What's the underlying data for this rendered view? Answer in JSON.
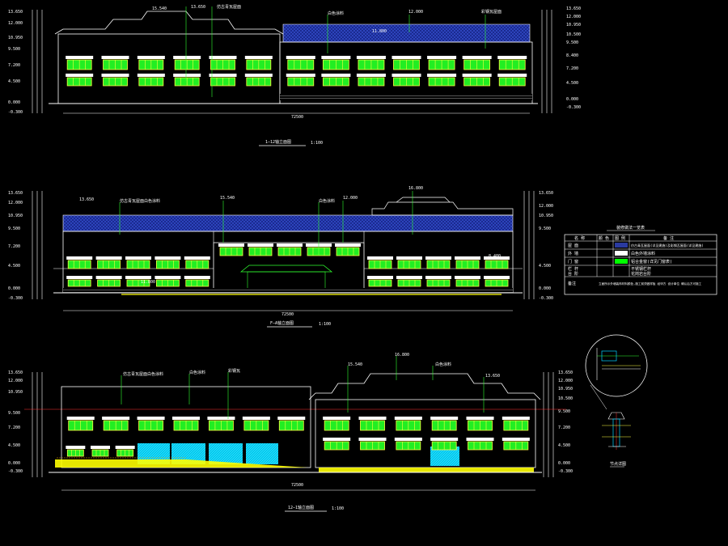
{
  "drawing": {
    "elevation_1": {
      "title": "1—12轴立面图",
      "scale": "1:100",
      "total_dim": "72500",
      "levels_left": [
        "13.650",
        "12.000",
        "10.950",
        "9.500",
        "7.200",
        "4.500",
        "0.000",
        "-0.300"
      ],
      "levels_right": [
        "13.650",
        "12.000",
        "10.950",
        "10.500",
        "9.500",
        "8.400",
        "7.200",
        "4.500",
        "0.000",
        "-0.300"
      ],
      "callouts": [
        "15.540",
        "13.650",
        "仿古青瓦屋面",
        "白色涂料",
        "11.800",
        "12.000",
        "彩钢瓦屋面"
      ]
    },
    "elevation_2": {
      "title": "F—A轴立面图",
      "scale": "1:100",
      "total_dim": "72500",
      "levels_left": [
        "13.650",
        "12.000",
        "10.950",
        "9.500",
        "7.200",
        "4.500",
        "0.000",
        "-0.300"
      ],
      "levels_right": [
        "13.650",
        "12.000",
        "10.950",
        "9.500",
        "4.500",
        "0.000",
        "-0.300"
      ],
      "callouts": [
        "13.650",
        "仿古青瓦屋面白色涂料",
        "15.540",
        "白色涂料",
        "16.800",
        "12.000",
        "11.800",
        "8.400"
      ]
    },
    "elevation_3": {
      "title": "12—1轴立面图",
      "scale": "1:100",
      "total_dim": "72500",
      "levels_left": [
        "13.650",
        "12.000",
        "10.950",
        "9.500",
        "7.200",
        "4.500",
        "0.000",
        "-0.300"
      ],
      "levels_right": [
        "13.650",
        "12.000",
        "10.950",
        "10.500",
        "9.500",
        "7.200",
        "4.500",
        "0.000",
        "-0.300"
      ],
      "callouts": [
        "仿古青瓦屋面白色涂料",
        "白色涂料",
        "彩钢瓦",
        "15.540",
        "16.800",
        "白色涂料",
        "13.650"
      ]
    },
    "legend": {
      "title": "装修做法一览表",
      "headers": [
        "名 称",
        "颜 色",
        "图 例",
        "备 注"
      ],
      "rows": [
        [
          "屋 面",
          "",
          "",
          "仿古青瓦屋面(详见建施)及彩钢瓦屋面(详见建施)"
        ],
        [
          "外 墙",
          "",
          "",
          "白色外墙涂料"
        ],
        [
          "门 窗",
          "",
          "",
          "铝合金窗(详见门窗表)"
        ],
        [
          "栏 杆",
          "",
          "",
          "不锈钢栏杆"
        ],
        [
          "台 阶",
          "",
          "",
          "花岗岩台阶"
        ],
        [
          "备注",
          "",
          "",
          "立面所示外墙装饰材料颜色,施工前须做样板 经甲方 设计单位 确认后方可施工"
        ]
      ],
      "colors": {
        "roof": "#2a3aa0",
        "wall": "#ffffff",
        "window": "#00ff00"
      }
    },
    "detail": {
      "label": "节点详图"
    },
    "colors": {
      "window_glass": "#22ee22",
      "window_frame": "#ffff40",
      "roof_blue": "#2a3aa0",
      "dim_white": "#ffffff",
      "leader_green": "#30ff30",
      "ground_yellow": "#ffff00",
      "cyan_door": "#00d0ff",
      "red_line": "#ff3030"
    }
  }
}
